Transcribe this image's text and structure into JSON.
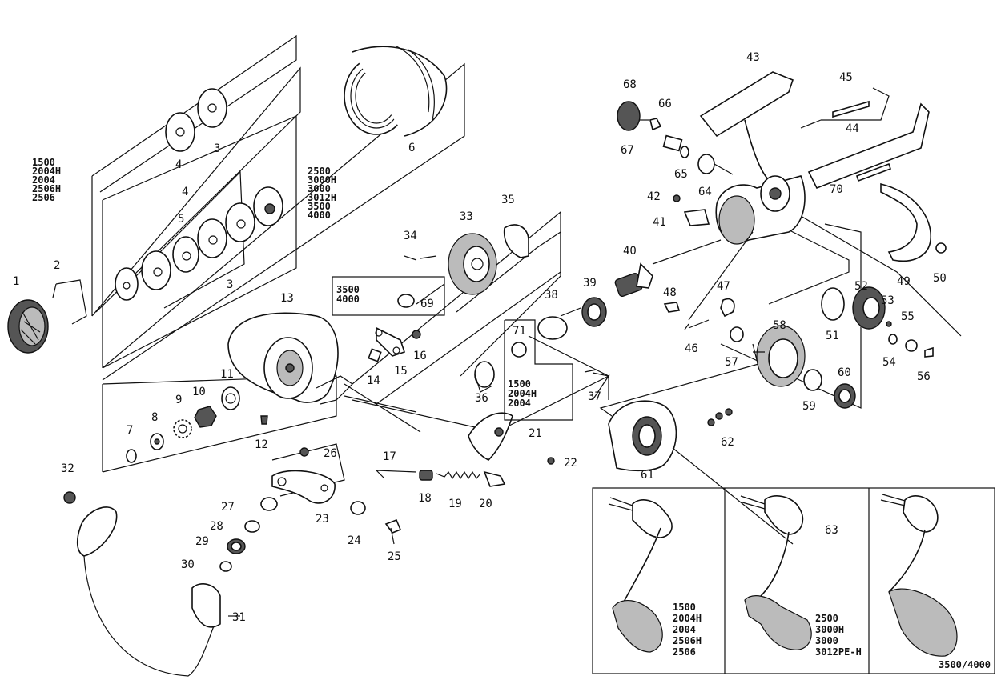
{
  "labels": {
    "p1": "1",
    "p2": "2",
    "p3a": "3",
    "p3b": "3",
    "p4a": "4",
    "p4b": "4",
    "p5": "5",
    "p6": "6",
    "p7": "7",
    "p8": "8",
    "p9": "9",
    "p10": "10",
    "p11": "11",
    "p12": "12",
    "p13": "13",
    "p14": "14",
    "p15": "15",
    "p16": "16",
    "p17": "17",
    "p18": "18",
    "p19": "19",
    "p20": "20",
    "p21": "21",
    "p22": "22",
    "p23": "23",
    "p24": "24",
    "p25": "25",
    "p26": "26",
    "p27": "27",
    "p28": "28",
    "p29": "29",
    "p30": "30",
    "p31": "31",
    "p32": "32",
    "p33": "33",
    "p34": "34",
    "p35": "35",
    "p36": "36",
    "p37": "37",
    "p38": "38",
    "p39": "39",
    "p40": "40",
    "p41": "41",
    "p42": "42",
    "p43": "43",
    "p44": "44",
    "p45": "45",
    "p46": "46",
    "p47": "47",
    "p48": "48",
    "p49": "49",
    "p50": "50",
    "p51": "51",
    "p52": "52",
    "p53": "53",
    "p54": "54",
    "p55": "55",
    "p56": "56",
    "p57": "57",
    "p58": "58",
    "p59": "59",
    "p60": "60",
    "p61": "61",
    "p62": "62",
    "p63": "63",
    "p64": "64",
    "p65": "65",
    "p66": "66",
    "p67": "67",
    "p68": "68",
    "p69": "69",
    "p70": "70",
    "p71": "71"
  },
  "models": {
    "left_spool": [
      "1500",
      "2004H",
      "2004",
      "2506H",
      "2506"
    ],
    "right_spool": [
      "2500",
      "3000H",
      "3000",
      "3012H",
      "3500",
      "4000"
    ],
    "box69": [
      "3500",
      "4000"
    ],
    "box71": [
      "1500",
      "2004H",
      "2004"
    ],
    "handle_a": [
      "1500",
      "2004H",
      "2004",
      "2506H",
      "2506"
    ],
    "handle_b": [
      "2500",
      "3000H",
      "3000",
      "3012PE-H"
    ],
    "handle_c": "3500/4000"
  }
}
